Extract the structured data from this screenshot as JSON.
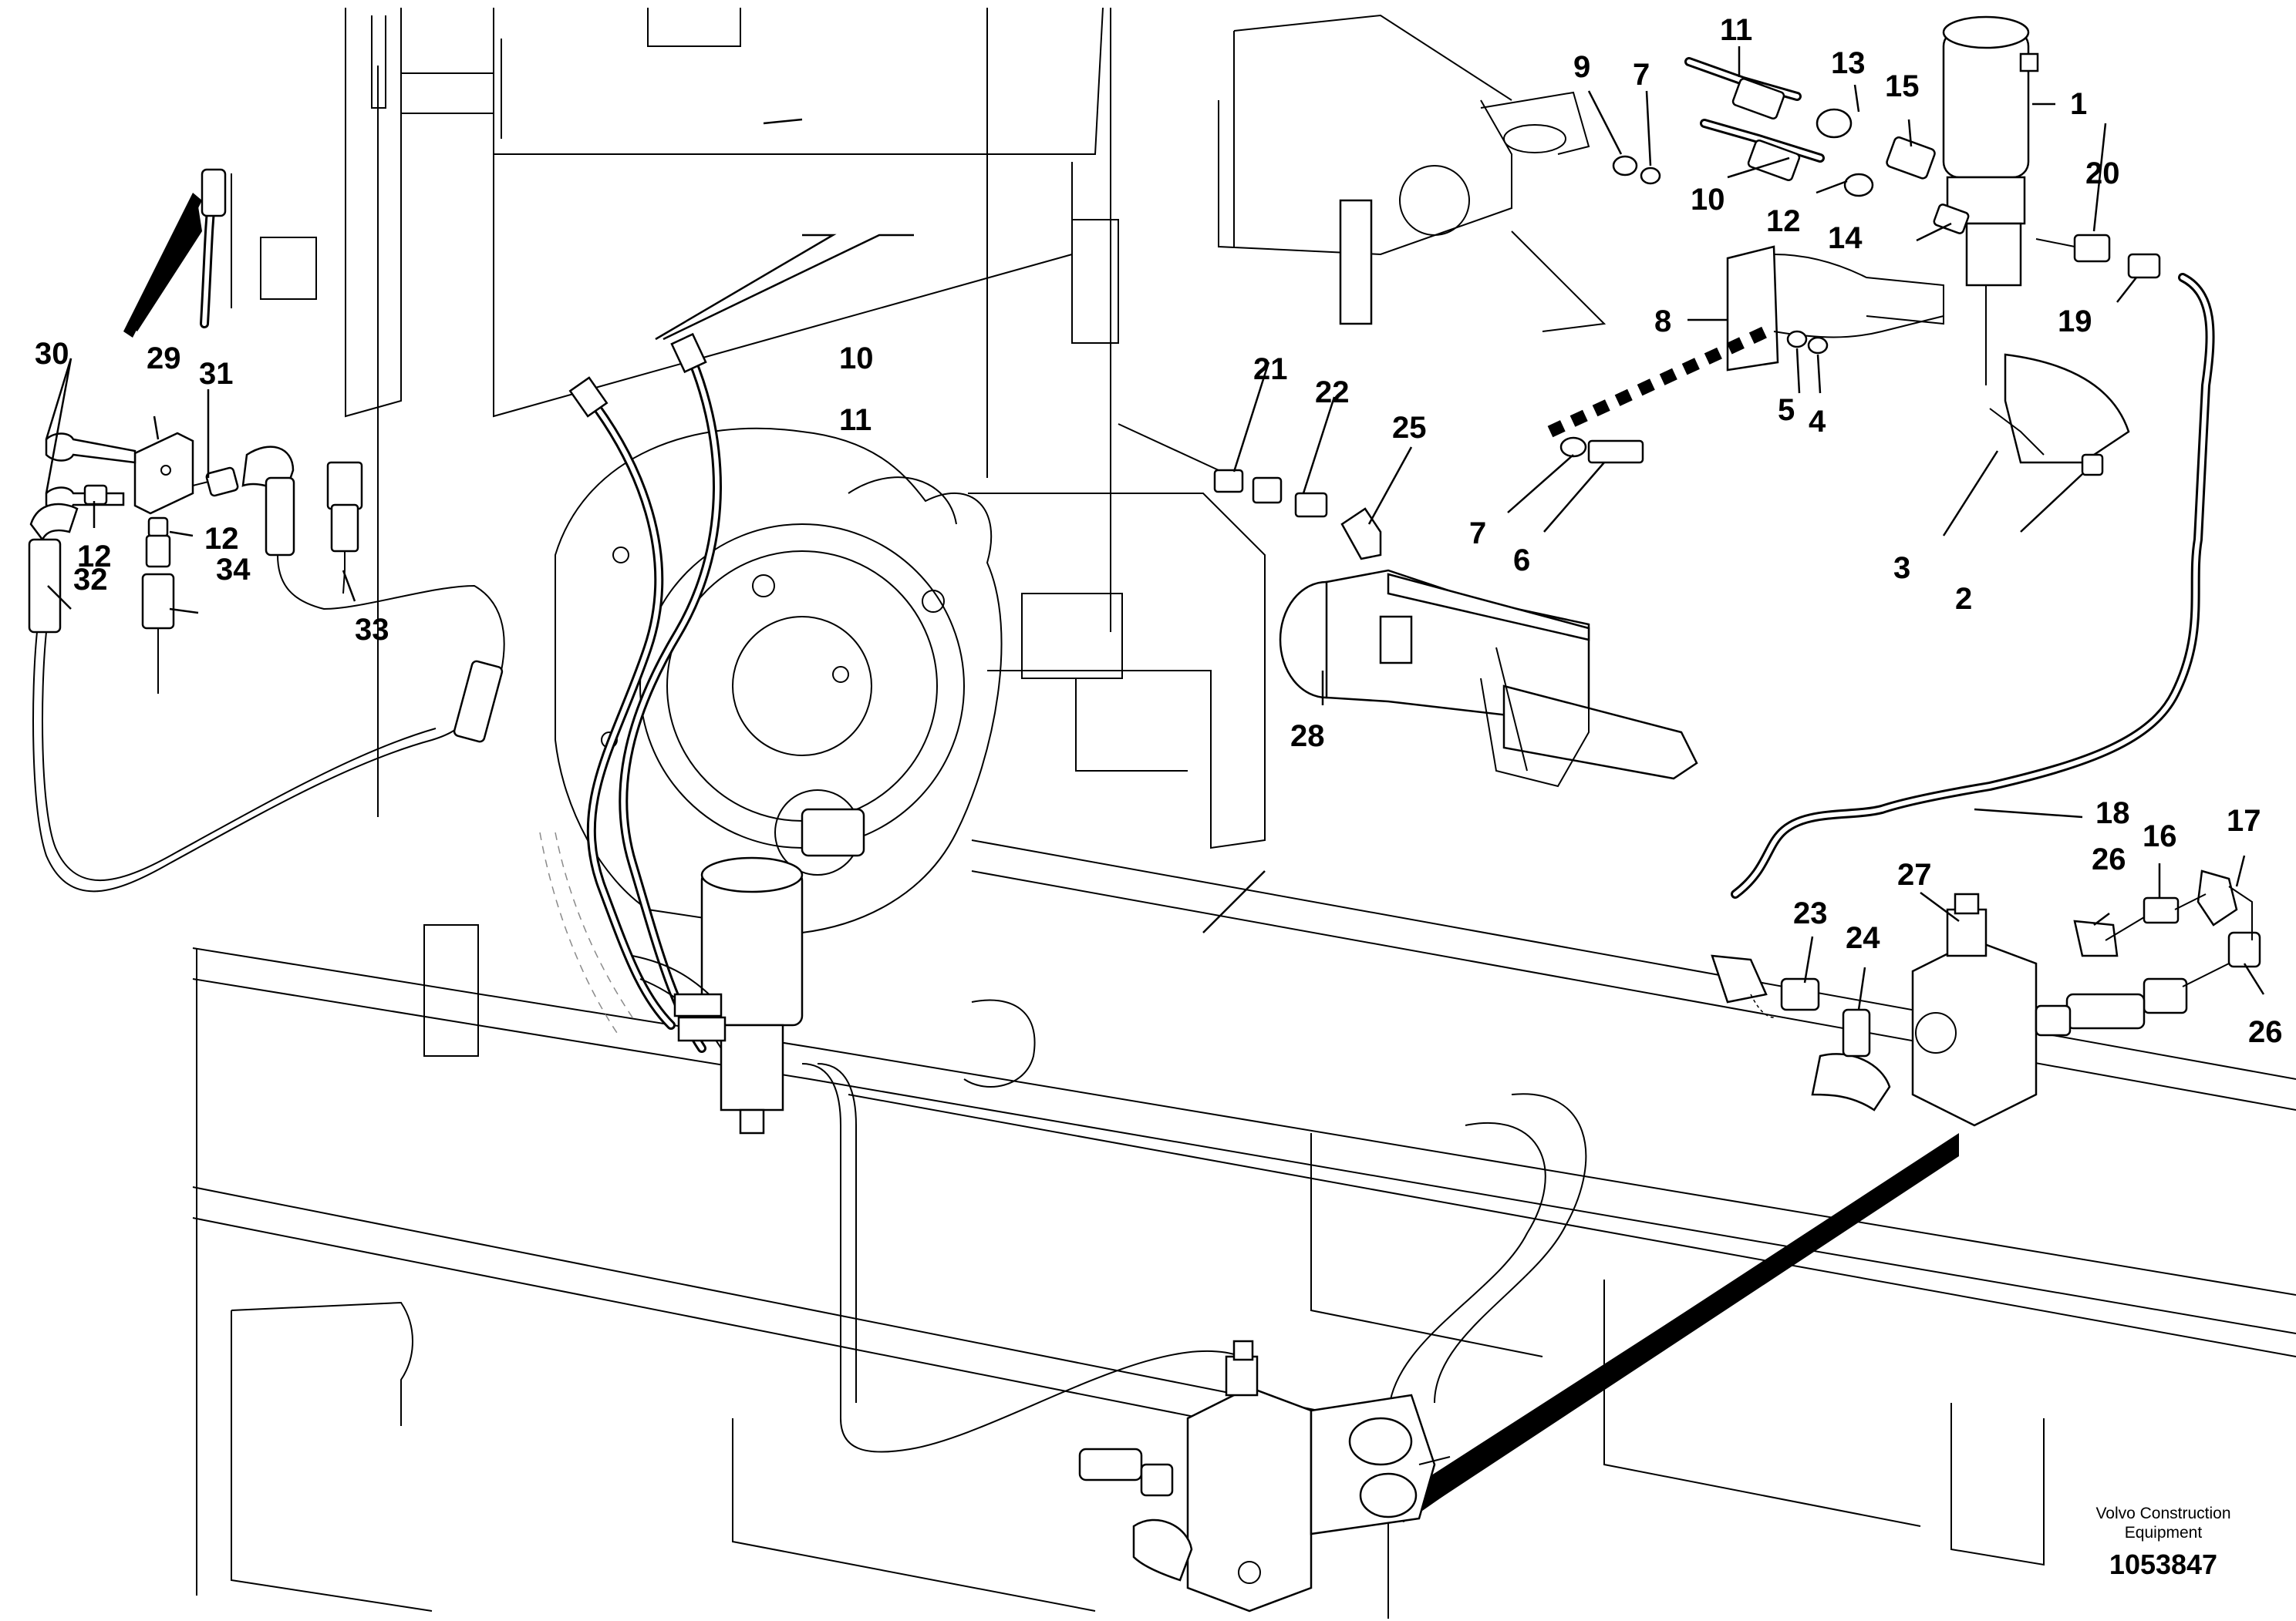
{
  "diagram": {
    "credit_line1": "Volvo Construction",
    "credit_line2": "Equipment",
    "drawing_number": "1053847"
  },
  "callouts": [
    {
      "id": "c1",
      "label": "1"
    },
    {
      "id": "c2",
      "label": "2"
    },
    {
      "id": "c3",
      "label": "3"
    },
    {
      "id": "c4",
      "label": "4"
    },
    {
      "id": "c5",
      "label": "5"
    },
    {
      "id": "c6",
      "label": "6"
    },
    {
      "id": "c7a",
      "label": "7"
    },
    {
      "id": "c7b",
      "label": "7"
    },
    {
      "id": "c8",
      "label": "8"
    },
    {
      "id": "c9",
      "label": "9"
    },
    {
      "id": "c10a",
      "label": "10"
    },
    {
      "id": "c10b",
      "label": "10"
    },
    {
      "id": "c11a",
      "label": "11"
    },
    {
      "id": "c11b",
      "label": "11"
    },
    {
      "id": "c12a",
      "label": "12"
    },
    {
      "id": "c12b",
      "label": "12"
    },
    {
      "id": "c12c",
      "label": "12"
    },
    {
      "id": "c13",
      "label": "13"
    },
    {
      "id": "c14",
      "label": "14"
    },
    {
      "id": "c15",
      "label": "15"
    },
    {
      "id": "c16",
      "label": "16"
    },
    {
      "id": "c17",
      "label": "17"
    },
    {
      "id": "c18",
      "label": "18"
    },
    {
      "id": "c19",
      "label": "19"
    },
    {
      "id": "c20",
      "label": "20"
    },
    {
      "id": "c21",
      "label": "21"
    },
    {
      "id": "c22",
      "label": "22"
    },
    {
      "id": "c23",
      "label": "23"
    },
    {
      "id": "c24",
      "label": "24"
    },
    {
      "id": "c25",
      "label": "25"
    },
    {
      "id": "c26a",
      "label": "26"
    },
    {
      "id": "c26b",
      "label": "26"
    },
    {
      "id": "c27",
      "label": "27"
    },
    {
      "id": "c28",
      "label": "28"
    },
    {
      "id": "c29",
      "label": "29"
    },
    {
      "id": "c30",
      "label": "30"
    },
    {
      "id": "c31",
      "label": "31"
    },
    {
      "id": "c32",
      "label": "32"
    },
    {
      "id": "c33",
      "label": "33"
    },
    {
      "id": "c34",
      "label": "34"
    }
  ]
}
